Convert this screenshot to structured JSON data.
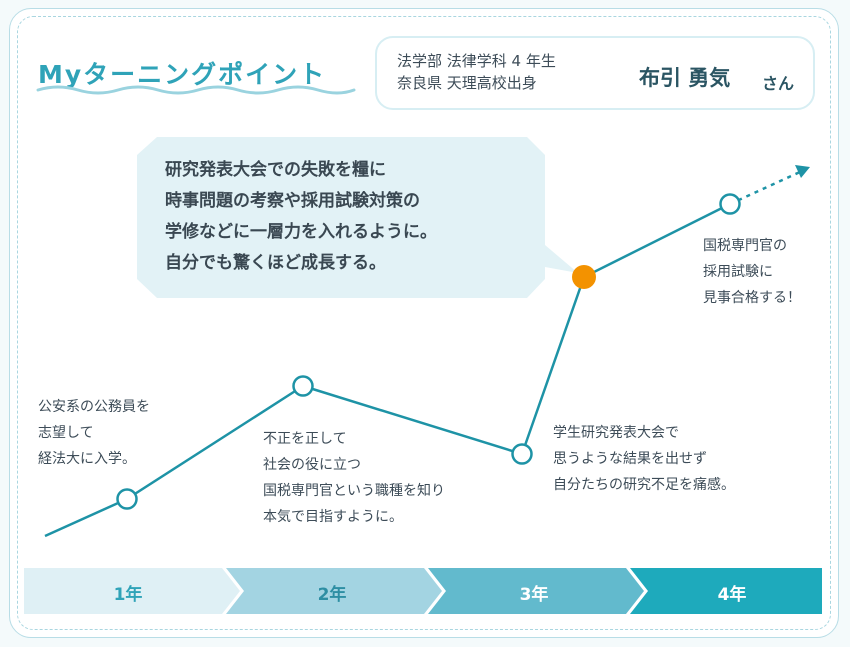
{
  "header": {
    "title": "Myターニングポイント",
    "profile": {
      "faculty_line": "法学部 法律学科 4 年生",
      "origin_line": "奈良県 天理高校出身",
      "name": "布引 勇気",
      "honorific": "さん"
    }
  },
  "highlight": {
    "lines": [
      "研究発表大会での失敗を糧に",
      "時事問題の考察や採用試験対策の",
      "学修などに一層力を入れるように。",
      "自分でも驚くほど成長する。"
    ]
  },
  "milestones": [
    {
      "id": "m1",
      "lines": [
        "公安系の公務員を",
        "志望して",
        "経法大に入学。"
      ]
    },
    {
      "id": "m2",
      "lines": [
        "不正を正して",
        "社会の役に立つ",
        "国税専門官という職種を知り",
        "本気で目指すように。"
      ]
    },
    {
      "id": "m3",
      "lines": [
        "学生研究発表大会で",
        "思うような結果を出せず",
        "自分たちの研究不足を痛感。"
      ]
    },
    {
      "id": "m4",
      "lines": [
        "国税専門官の",
        "採用試験に",
        "見事合格する！"
      ]
    }
  ],
  "years": [
    "1年",
    "2年",
    "3年",
    "4年"
  ],
  "colors": {
    "line": "#1e93a6",
    "accent": "#f39200",
    "year_bars": [
      "#dff0f5",
      "#a3d4e2",
      "#62bacd",
      "#1eaabc"
    ],
    "year_text": [
      "#2fa3b8",
      "#2d8ea3",
      "#ffffff",
      "#ffffff"
    ]
  }
}
